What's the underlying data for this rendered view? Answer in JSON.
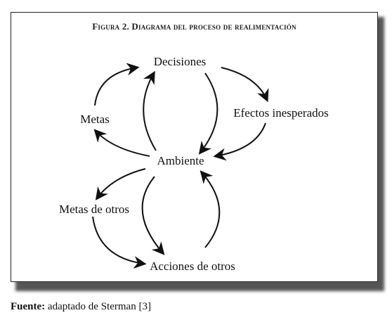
{
  "figure": {
    "title": "Figura 2. Diagrama del proceso de realimentación"
  },
  "nodes": {
    "decisiones": "Decisiones",
    "metas": "Metas",
    "efectos": "Efectos inesperados",
    "ambiente": "Ambiente",
    "metas_otros": "Metas de otros",
    "acciones_otros": "Acciones de otros"
  },
  "caption": {
    "label": "Fuente:",
    "text": " adaptado de Sterman [3]"
  },
  "colors": {
    "shadow": "#555555",
    "border": "#222222",
    "ink": "#111111"
  }
}
